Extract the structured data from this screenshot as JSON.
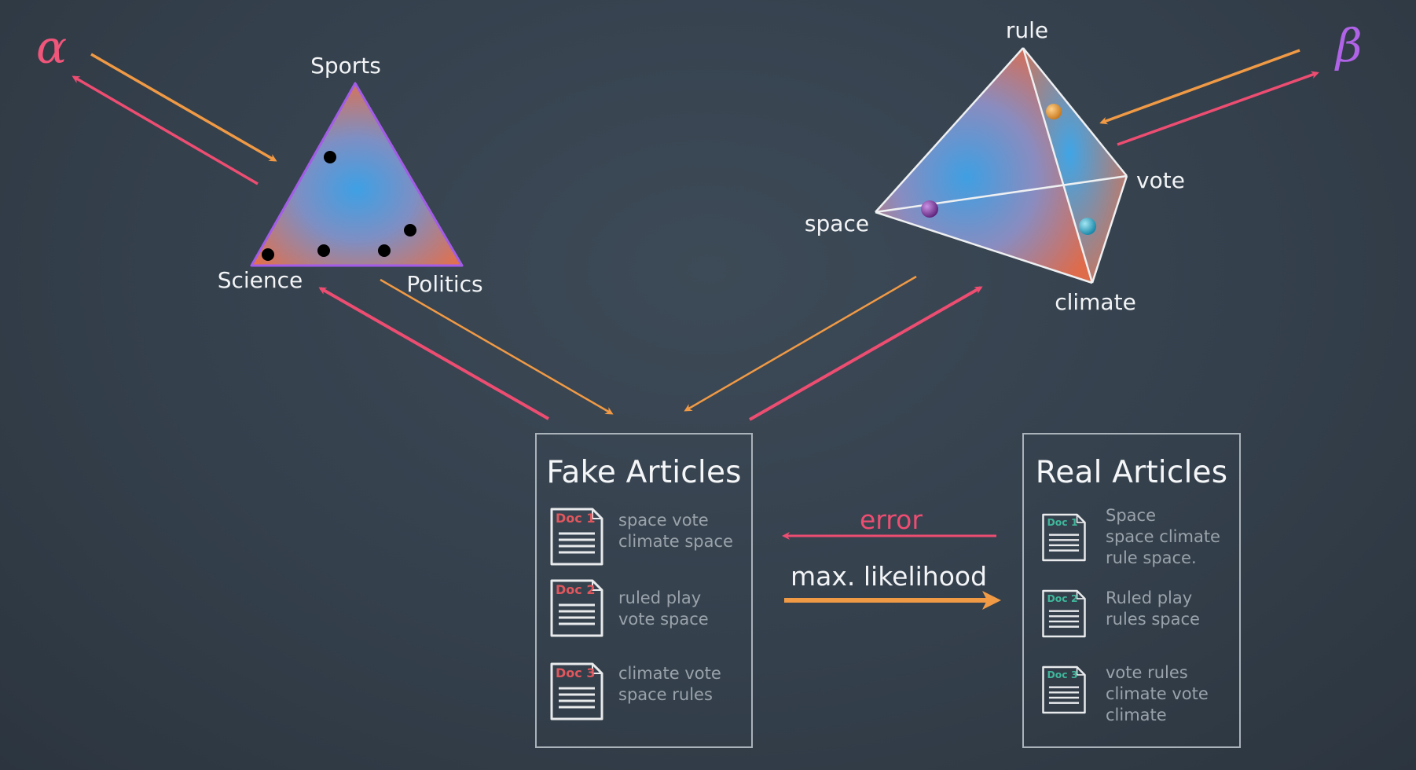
{
  "alpha_symbol": "α",
  "beta_symbol": "β",
  "topic_simplex": {
    "vertices": {
      "top": "Sports",
      "left": "Science",
      "right": "Politics"
    }
  },
  "word_simplex": {
    "vertices": {
      "top": "rule",
      "left": "space",
      "right": "vote",
      "bottom": "climate"
    }
  },
  "fake_box": {
    "title": "Fake Articles",
    "docs": [
      {
        "tag": "Doc 1",
        "lines": [
          "space vote",
          "climate space"
        ]
      },
      {
        "tag": "Doc 2",
        "lines": [
          "ruled play",
          "vote space"
        ]
      },
      {
        "tag": "Doc 3",
        "lines": [
          "climate vote",
          "space rules"
        ]
      }
    ]
  },
  "real_box": {
    "title": "Real Articles",
    "docs": [
      {
        "tag": "Doc 1",
        "lines": [
          "Space",
          "space climate",
          "rule space."
        ]
      },
      {
        "tag": "Doc 2",
        "lines": [
          "Ruled play",
          "rules space"
        ]
      },
      {
        "tag": "Doc 3",
        "lines": [
          "vote rules",
          "climate vote",
          "climate"
        ]
      }
    ]
  },
  "arrows": {
    "error": "error",
    "max_likelihood": "max. likelihood"
  },
  "colors": {
    "pink": "#ee4d72",
    "orange": "#f19a45",
    "alpha": "#f0557a",
    "beta": "#b063e6",
    "fake_tag": "#e0575d",
    "real_tag": "#3fb79b"
  }
}
